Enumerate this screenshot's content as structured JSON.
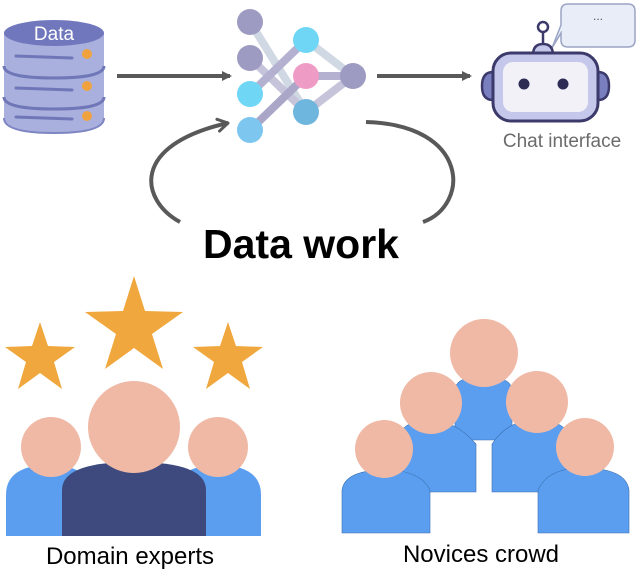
{
  "diagram": {
    "title": "Data work",
    "nodes": {
      "database": {
        "label": "Data",
        "icon": "database-icon"
      },
      "model": {
        "icon": "neural-network-icon"
      },
      "chat": {
        "label": "Chat interface",
        "bubble_text": "...",
        "icon": "robot-icon"
      }
    },
    "edges": [
      {
        "from": "database",
        "to": "model",
        "style": "arrow"
      },
      {
        "from": "model",
        "to": "chat",
        "style": "arrow"
      },
      {
        "from": "model",
        "to": "model",
        "style": "loop",
        "label": "Data work"
      }
    ],
    "groups": [
      {
        "label": "Domain experts",
        "icon": "expert-group-icon",
        "stars": 3
      },
      {
        "label": "Novices crowd",
        "icon": "crowd-group-icon"
      }
    ]
  },
  "colors": {
    "arrow": "#595959",
    "db_body": "#a9b0dd",
    "db_dark": "#6f77b8",
    "db_dot": "#f0a23e",
    "node_purple": "#9d9bc2",
    "node_cyan": "#6fd6f5",
    "node_pink": "#ee9cc6",
    "node_blue": "#6fb6de",
    "node_lightblue": "#7cc6f0",
    "robot_outline": "#3c3a6b",
    "robot_fill": "#c5c8ea",
    "robot_face": "#f1f1f7",
    "bubble_fill": "#e8edf7",
    "bubble_stroke": "#9aa4c4",
    "star": "#f0a73d",
    "skin": "#f0b9a5",
    "shirt_light": "#5b9ef0",
    "shirt_dark": "#3e4a7e"
  }
}
